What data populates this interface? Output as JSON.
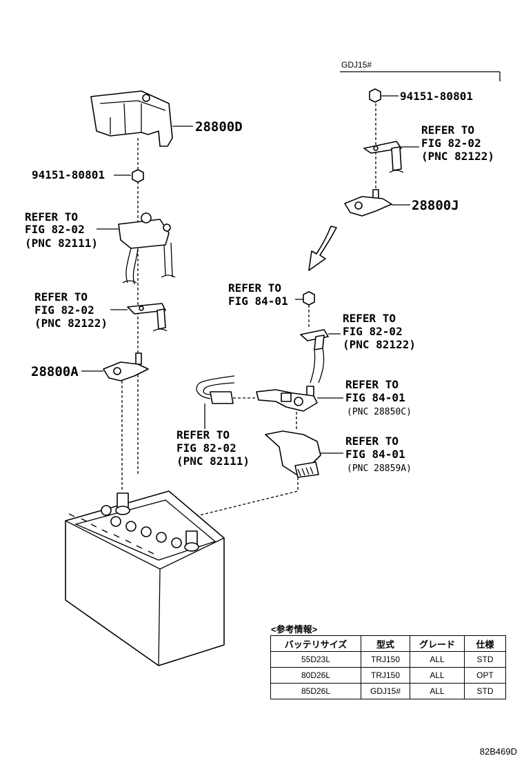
{
  "variant_label": "GDJ15#",
  "labels": {
    "cover": "28800D",
    "nut_left": "94151-80801",
    "nut_right": "94151-80801",
    "clamp_right": "28800J",
    "clamp_left": "28800A",
    "ref_82111_top": [
      "REFER TO",
      "FIG 82-02",
      "(PNC 82111)"
    ],
    "ref_82122_left": [
      "REFER TO",
      "FIG 82-02",
      "(PNC 82122)"
    ],
    "ref_82122_top_right": [
      "REFER TO",
      "FIG 82-02",
      "(PNC 82122)"
    ],
    "ref_84_01": [
      "REFER TO",
      "FIG 84-01"
    ],
    "ref_82122_mid_right": [
      "REFER TO",
      "FIG 82-02",
      "(PNC 82122)"
    ],
    "ref_28850c": [
      "REFER TO",
      "FIG 84-01",
      "(PNC 28850C)"
    ],
    "ref_82111_bottom": [
      "REFER TO",
      "FIG 82-02",
      "(PNC 82111)"
    ],
    "ref_28859a": [
      "REFER TO",
      "FIG 84-01",
      "(PNC 28859A)"
    ]
  },
  "reference_info": {
    "title": "<参考情報>",
    "headers": [
      "バッテリサイズ",
      "型式",
      "グレード",
      "仕様"
    ],
    "rows": [
      [
        "55D23L",
        "TRJ150",
        "ALL",
        "STD"
      ],
      [
        "80D26L",
        "TRJ150",
        "ALL",
        "OPT"
      ],
      [
        "85D26L",
        "GDJ15#",
        "ALL",
        "STD"
      ]
    ]
  },
  "figure_code": "82B469D"
}
